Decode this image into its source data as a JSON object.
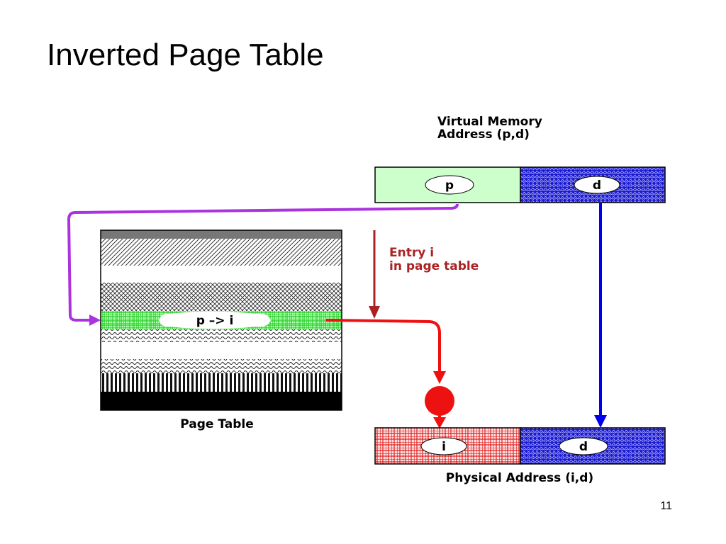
{
  "slide": {
    "title": "Inverted Page Table",
    "number": "11"
  },
  "diagram": {
    "virtual_address_label_line1": "Virtual Memory",
    "virtual_address_label_line2": "Address (p,d)",
    "field_p": "p",
    "field_d": "d",
    "entry_label_line1": "Entry i",
    "entry_label_line2": "in page table",
    "table_entry": "p –> i",
    "page_table_caption": "Page Table",
    "field_i": "i",
    "field_d_physical": "d",
    "physical_address_label": "Physical Address (i,d)"
  },
  "colors": {
    "p_field": "#ccffcc",
    "d_field": "#1a1acc",
    "page_arrow": "#aa33dd",
    "entry_arrow": "#aa2222",
    "translate_arrow": "#ee1111",
    "offset_arrow": "#0000ee",
    "table_entry_highlight": "#22dd22",
    "frame_field": "#dd2222",
    "label_dark_red": "#aa2222"
  }
}
